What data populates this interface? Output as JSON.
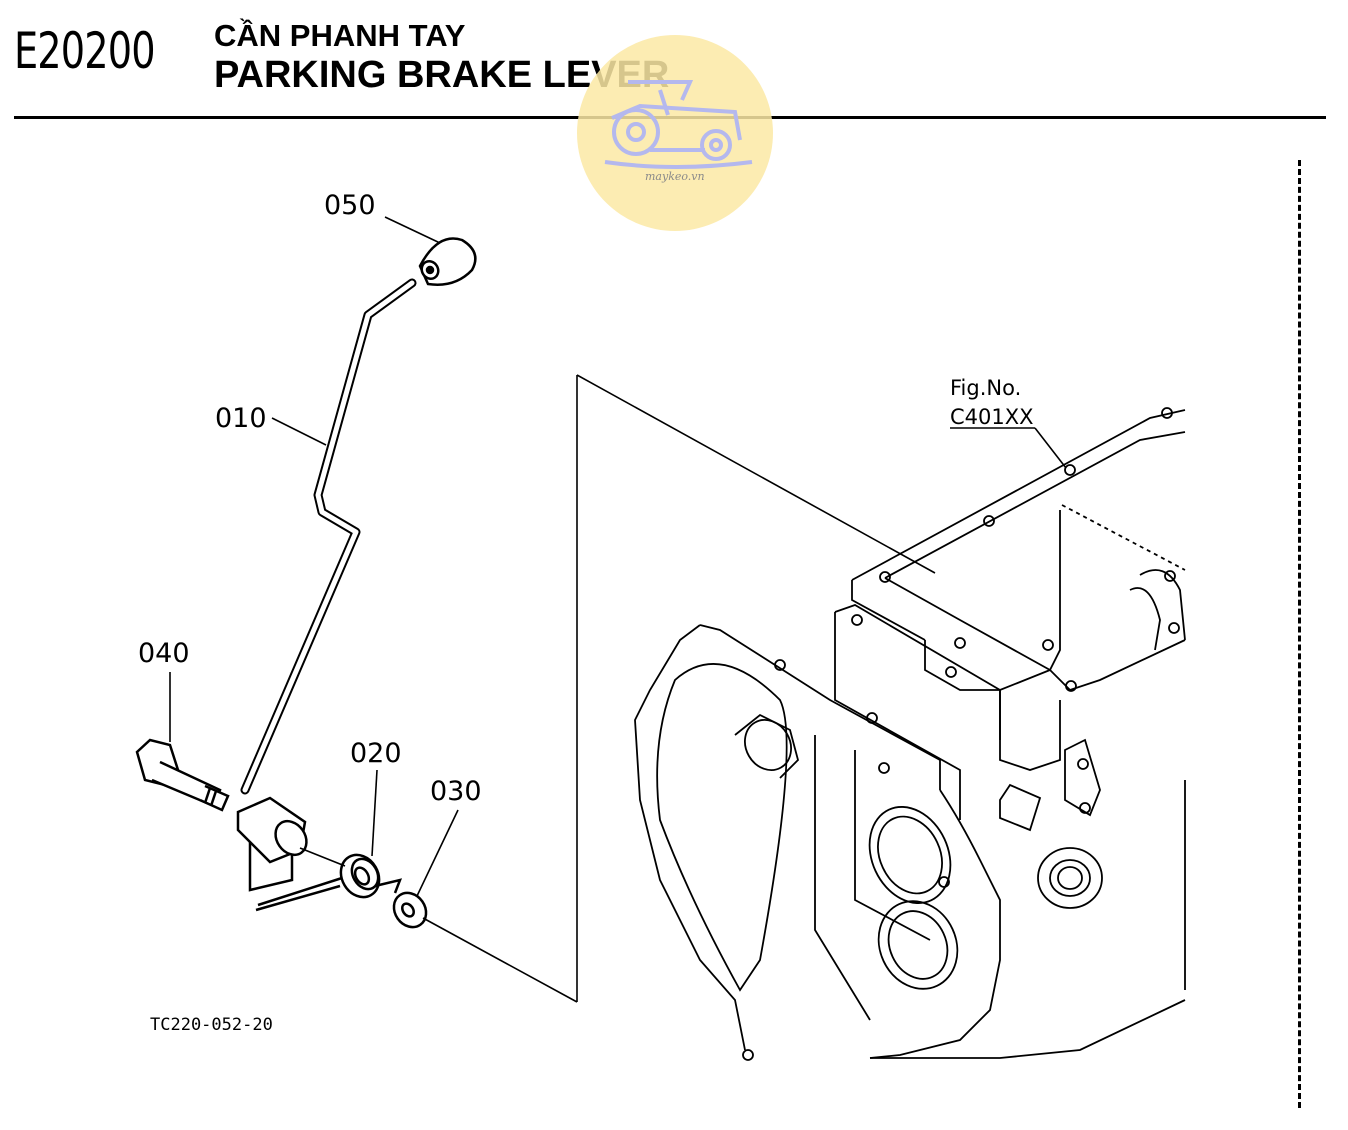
{
  "header": {
    "code": "E20200",
    "title_vi": "CẦN PHANH TAY",
    "title_en": "PARKING BRAKE LEVER"
  },
  "watermark": {
    "text": "maykeo.vn",
    "icon": "tractor-logo-icon"
  },
  "callouts": {
    "p050": "050",
    "p010": "010",
    "p040": "040",
    "p020": "020",
    "p030": "030"
  },
  "figure_ref": {
    "line1": "Fig.No.",
    "line2": "C401XX"
  },
  "diagram_ref": "TC220-052-20"
}
